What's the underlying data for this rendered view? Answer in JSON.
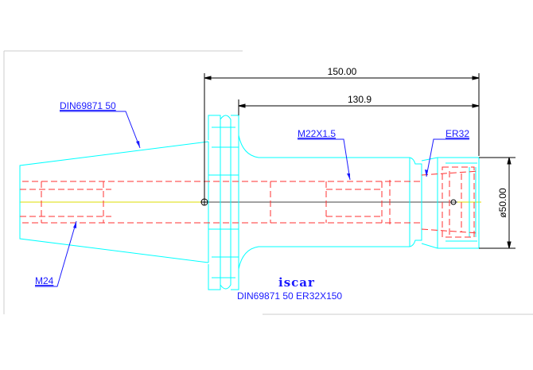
{
  "drawing": {
    "title": "DIN69871  50  ER32X150",
    "logo": "iscar",
    "colors": {
      "outline": "#00ffff",
      "hidden": "#ff3030",
      "centerline": "#dddd00",
      "dimension": "#000000",
      "label": "#1a1aff",
      "frame": "#cccccc"
    }
  },
  "dimensions": {
    "overall_length": "150.00",
    "gauge_length": "130.9",
    "diameter": "ø50.00"
  },
  "labels": {
    "taper": "DIN69871  50",
    "thread_mid": "M22X1.5",
    "collet": "ER32",
    "thread_rear": "M24"
  }
}
